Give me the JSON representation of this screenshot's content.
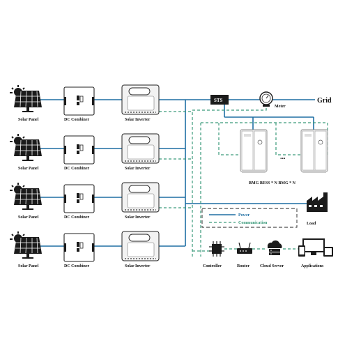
{
  "labels": {
    "solar_panel": "Solar Panel",
    "dc_combiner": "DC Combiner",
    "solar_inverter": "Solar Inverter",
    "sts": "STS",
    "meter": "Meter",
    "grid": "Grid",
    "bess": "BMG BESS * N BMG  * N",
    "dots": "...",
    "load": "Load",
    "legend_power": "Power",
    "legend_communication": "Communication",
    "controller": "Controller",
    "router": "Router",
    "cloud_server": "Cloud Server",
    "applications": "Applications"
  },
  "colors": {
    "power_line": "#1f6fa3",
    "communication_line": "#3a9a7a",
    "device_outline": "#222222"
  },
  "rows": [
    {
      "panel": "Solar Panel",
      "combiner": "DC Combiner",
      "inverter": "Solar Inverter"
    },
    {
      "panel": "Solar Panel",
      "combiner": "DC Combiner",
      "inverter": "Solar Inverter"
    },
    {
      "panel": "Solar Panel",
      "combiner": "DC Combiner",
      "inverter": "Solar Inverter"
    },
    {
      "panel": "Solar Panel",
      "combiner": "DC Combiner",
      "inverter": "Solar Inverter"
    }
  ],
  "icons": [
    "sun-icon",
    "solar-panel-icon",
    "combiner-box-icon",
    "inverter-icon",
    "sts-box-icon",
    "meter-icon",
    "battery-cabinet-icon",
    "factory-icon",
    "controller-icon",
    "router-icon",
    "cloud-server-icon",
    "devices-icon"
  ]
}
